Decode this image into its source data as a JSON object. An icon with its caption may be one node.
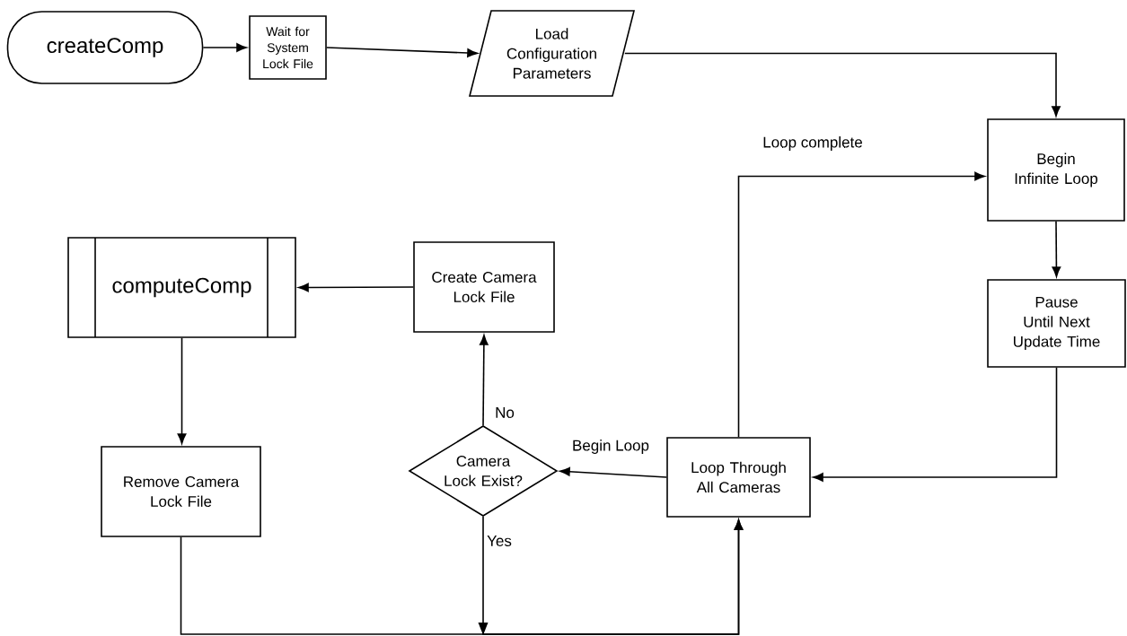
{
  "diagram": {
    "nodes": [
      {
        "text": [
          "createComp"
        ]
      },
      {
        "text": [
          "Wait for System Lock File"
        ]
      },
      {
        "text": [
          "Load Configuration Parameters"
        ]
      },
      {
        "text": [
          "Begin Infinite Loop"
        ]
      },
      {
        "text": [
          "Pause Until Next Update Time"
        ]
      },
      {
        "text": [
          "Loop Through All Cameras"
        ]
      },
      {
        "text": [
          "Camera Lock Exist?"
        ]
      },
      {
        "text": [
          "Create Camera Lock File"
        ]
      },
      {
        "text": [
          "computeComp"
        ]
      },
      {
        "text": [
          "Remove Camera Lock File"
        ]
      }
    ],
    "edges": [
      {
        "from": 0,
        "to": 1,
        "arrow": "to"
      },
      {
        "from": 1,
        "to": 2,
        "arrow": "to"
      },
      {
        "from": 2,
        "to": 3,
        "arrow": "to"
      },
      {
        "from": 3,
        "to": 4,
        "arrow": "to"
      },
      {
        "from": 4,
        "to": 5,
        "arrow": "to"
      },
      {
        "from": 5,
        "to": 6,
        "arrow": "to",
        "label": "Begin Loop"
      },
      {
        "from": 6,
        "to": 7,
        "arrow": "to",
        "label": "No"
      },
      {
        "from": 7,
        "to": 8,
        "arrow": "to"
      },
      {
        "from": 8,
        "to": 9,
        "arrow": "to"
      },
      {
        "from": 9,
        "to": 5,
        "arrow": "to"
      },
      {
        "from": 6,
        "to": 5,
        "arrow": "to",
        "label": "Yes"
      },
      {
        "from": 5,
        "to": 3,
        "arrow": "to",
        "label": "Loop complete"
      }
    ]
  }
}
